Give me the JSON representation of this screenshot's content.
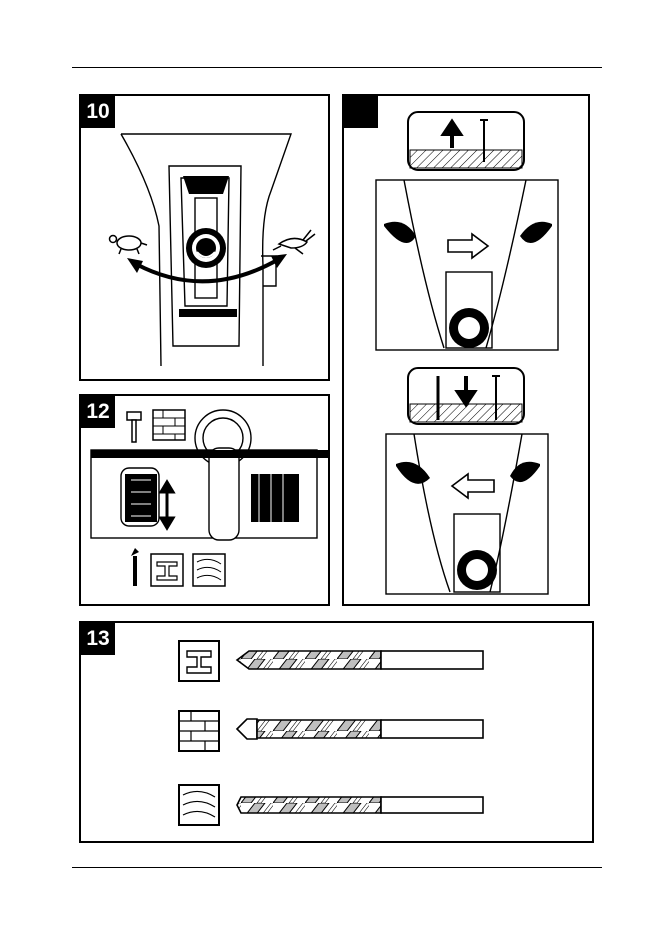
{
  "figures": [
    {
      "id": "fig10",
      "number": "10"
    },
    {
      "id": "fig11",
      "number": ""
    },
    {
      "id": "fig12",
      "number": "12"
    },
    {
      "id": "fig13",
      "number": "13"
    }
  ],
  "fig13_materials": [
    "metal",
    "masonry",
    "wood"
  ],
  "colors": {
    "line": "#000000",
    "shade": "#bfbfbf",
    "paper": "#ffffff"
  }
}
